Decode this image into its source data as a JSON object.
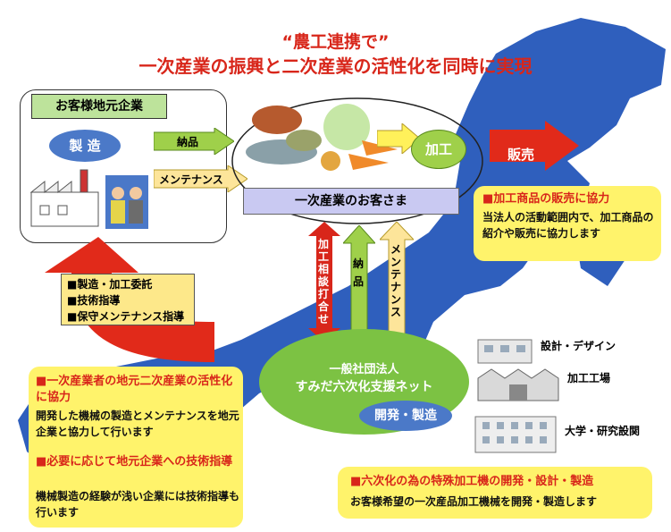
{
  "title": {
    "line1": "“農工連携で”",
    "line2": "一次産業の振興と二次産業の活性化を同時に実現"
  },
  "client_box": {
    "header": "お客様地元企業",
    "manufacture": "製 造"
  },
  "arrows": {
    "delivery": "納品",
    "maintenance": "メンテナンス",
    "processing": "加工",
    "sales": "販売",
    "consult": "加工相談打合せ",
    "delivery_up": "納品",
    "maintenance_up": "メンテナンス"
  },
  "customer_bar": "一次産業のお客さま",
  "commission_list": [
    "■製造・加工委託",
    "■技術指導",
    "■保守メンテナンス指導"
  ],
  "org": {
    "line1": "一般社団法人",
    "line2": "すみだ六次化支援ネット",
    "dev": "開発・製造"
  },
  "facilities": [
    "設計・デザイン",
    "加工工場",
    "大学・研究設関"
  ],
  "note_sales": {
    "title": "■加工商品の販売に協力",
    "body": "当法人の活動範囲内で、加工商品の紹介や販売に協力します"
  },
  "note_left": {
    "title1": "■一次産業者の地元二次産業の活性化に協力",
    "body1": "開発した機械の製造とメンテナンスを地元企業と協力して行います",
    "title2": "■必要に応じて地元企業への技術指導",
    "body2": "機械製造の経験が浅い企業には技術指導も行います"
  },
  "note_bottom": {
    "title": "■六次化の為の特殊加工機の開発・設計・製造",
    "body": "お客様希望の一次産品加工機械を開発・製造します"
  },
  "colors": {
    "map": "#2f5fbd",
    "red": "#d8261a",
    "green_arrow": "#9fd04a",
    "yellow_note": "#fff36b",
    "org_circle": "#7cc243",
    "bar": "#c9c9f2"
  }
}
